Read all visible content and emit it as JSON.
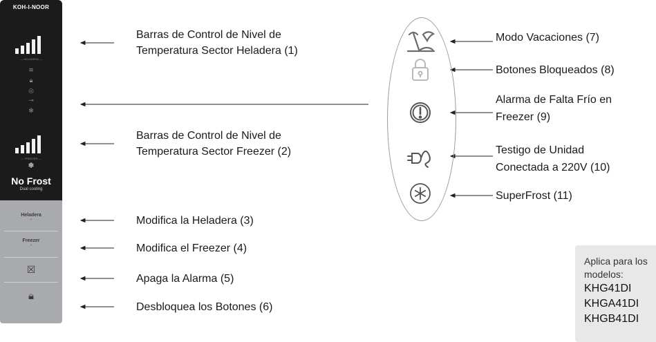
{
  "panel": {
    "brand": "KOH-I-NOOR",
    "no_frost": "No Frost",
    "no_frost_sub": "Dual cooling",
    "heladera_button": "Heladera",
    "freezer_button": "Freezer"
  },
  "left_labels": {
    "l1_line1": "Barras de Control de Nivel de",
    "l1_line2": "Temperatura Sector Heladera (1)",
    "l2_line1": "Barras de Control de Nivel de",
    "l2_line2": "Temperatura Sector Freezer (2)",
    "l3": "Modifica la Heladera (3)",
    "l4": "Modifica el Freezer (4)",
    "l5": "Apaga la Alarma (5)",
    "l6": "Desbloquea los Botones (6)"
  },
  "right_labels": {
    "r7": "Modo Vacaciones (7)",
    "r8": "Botones Bloqueados (8)",
    "r9_line1": "Alarma de Falta Frío en",
    "r9_line2": "Freezer  (9)",
    "r10_line1": "Testigo de Unidad",
    "r10_line2": "Conectada a 220V (10)",
    "r11": "SuperFrost (11)"
  },
  "icons": [
    "vacation-icon",
    "lock-icon",
    "alarm-icon",
    "plug-icon",
    "snowflake-icon"
  ],
  "note": {
    "intro": "Aplica para los modelos:",
    "models": [
      "KHG41DI",
      "KHGA41DI",
      "KHGB41DI"
    ]
  }
}
